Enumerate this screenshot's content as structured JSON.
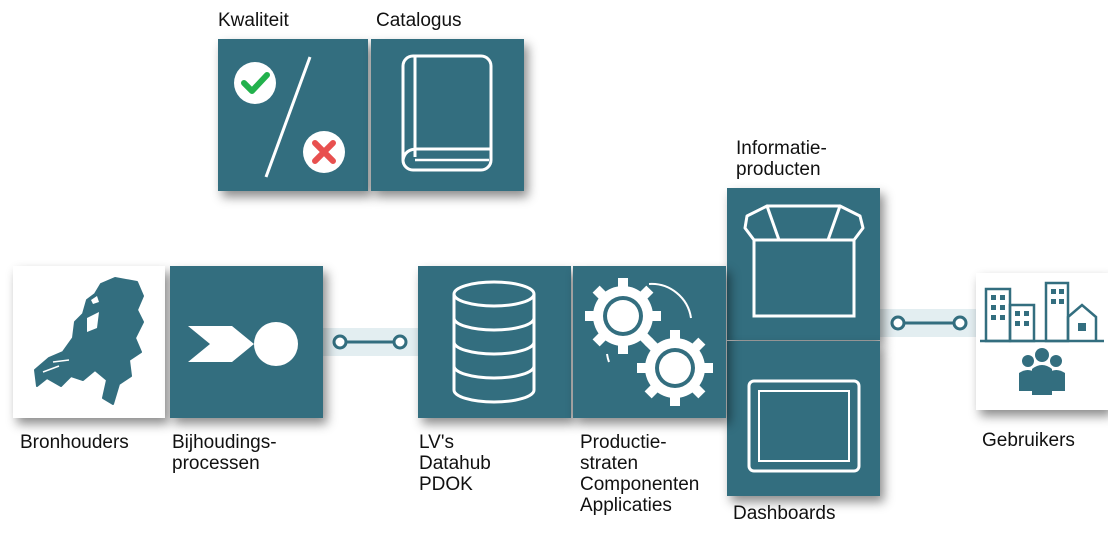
{
  "colors": {
    "tile": "#336e7f",
    "connector_band": "#e3eef1",
    "check": "#22b14c",
    "cross": "#e8504f"
  },
  "labels": {
    "kwaliteit": "Kwaliteit",
    "catalogus": "Catalogus",
    "informatieproducten": "Informatie-\nproducten",
    "bronhouders": "Bronhouders",
    "bijhoudingsprocessen": "Bijhoudings-\nprocessen",
    "datahub": "LV's\nDatahub\nPDOK",
    "productie": "Productie-\nstraten\nComponenten\nApplicaties",
    "dashboards": "Dashboards",
    "gebruikers": "Gebruikers"
  },
  "icons": {
    "kwaliteit": "check-cross-percent-icon",
    "catalogus": "book-icon",
    "bronhouders": "netherlands-map-icon",
    "bijhoudingsprocessen": "process-flow-icon",
    "datahub": "database-icon",
    "productie": "gears-icon",
    "informatieproducten": "box-icon",
    "dashboards": "tablet-icon",
    "gebruikers": "city-users-icon"
  }
}
